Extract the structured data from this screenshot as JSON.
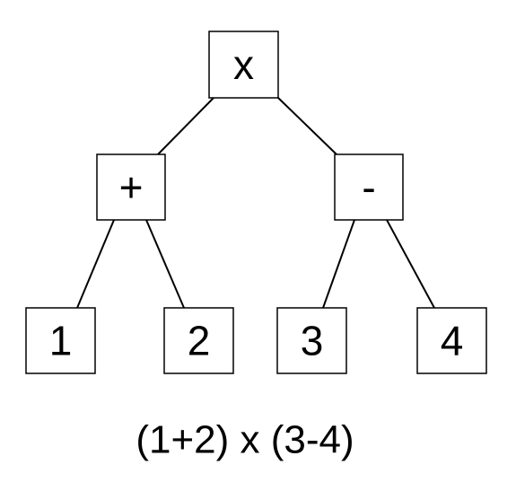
{
  "tree": {
    "root": {
      "label": "x"
    },
    "left": {
      "label": "+",
      "children": [
        {
          "label": "1"
        },
        {
          "label": "2"
        }
      ]
    },
    "right": {
      "label": "-",
      "children": [
        {
          "label": "3"
        },
        {
          "label": "4"
        }
      ]
    }
  },
  "expression": "(1+2) x (3-4)"
}
